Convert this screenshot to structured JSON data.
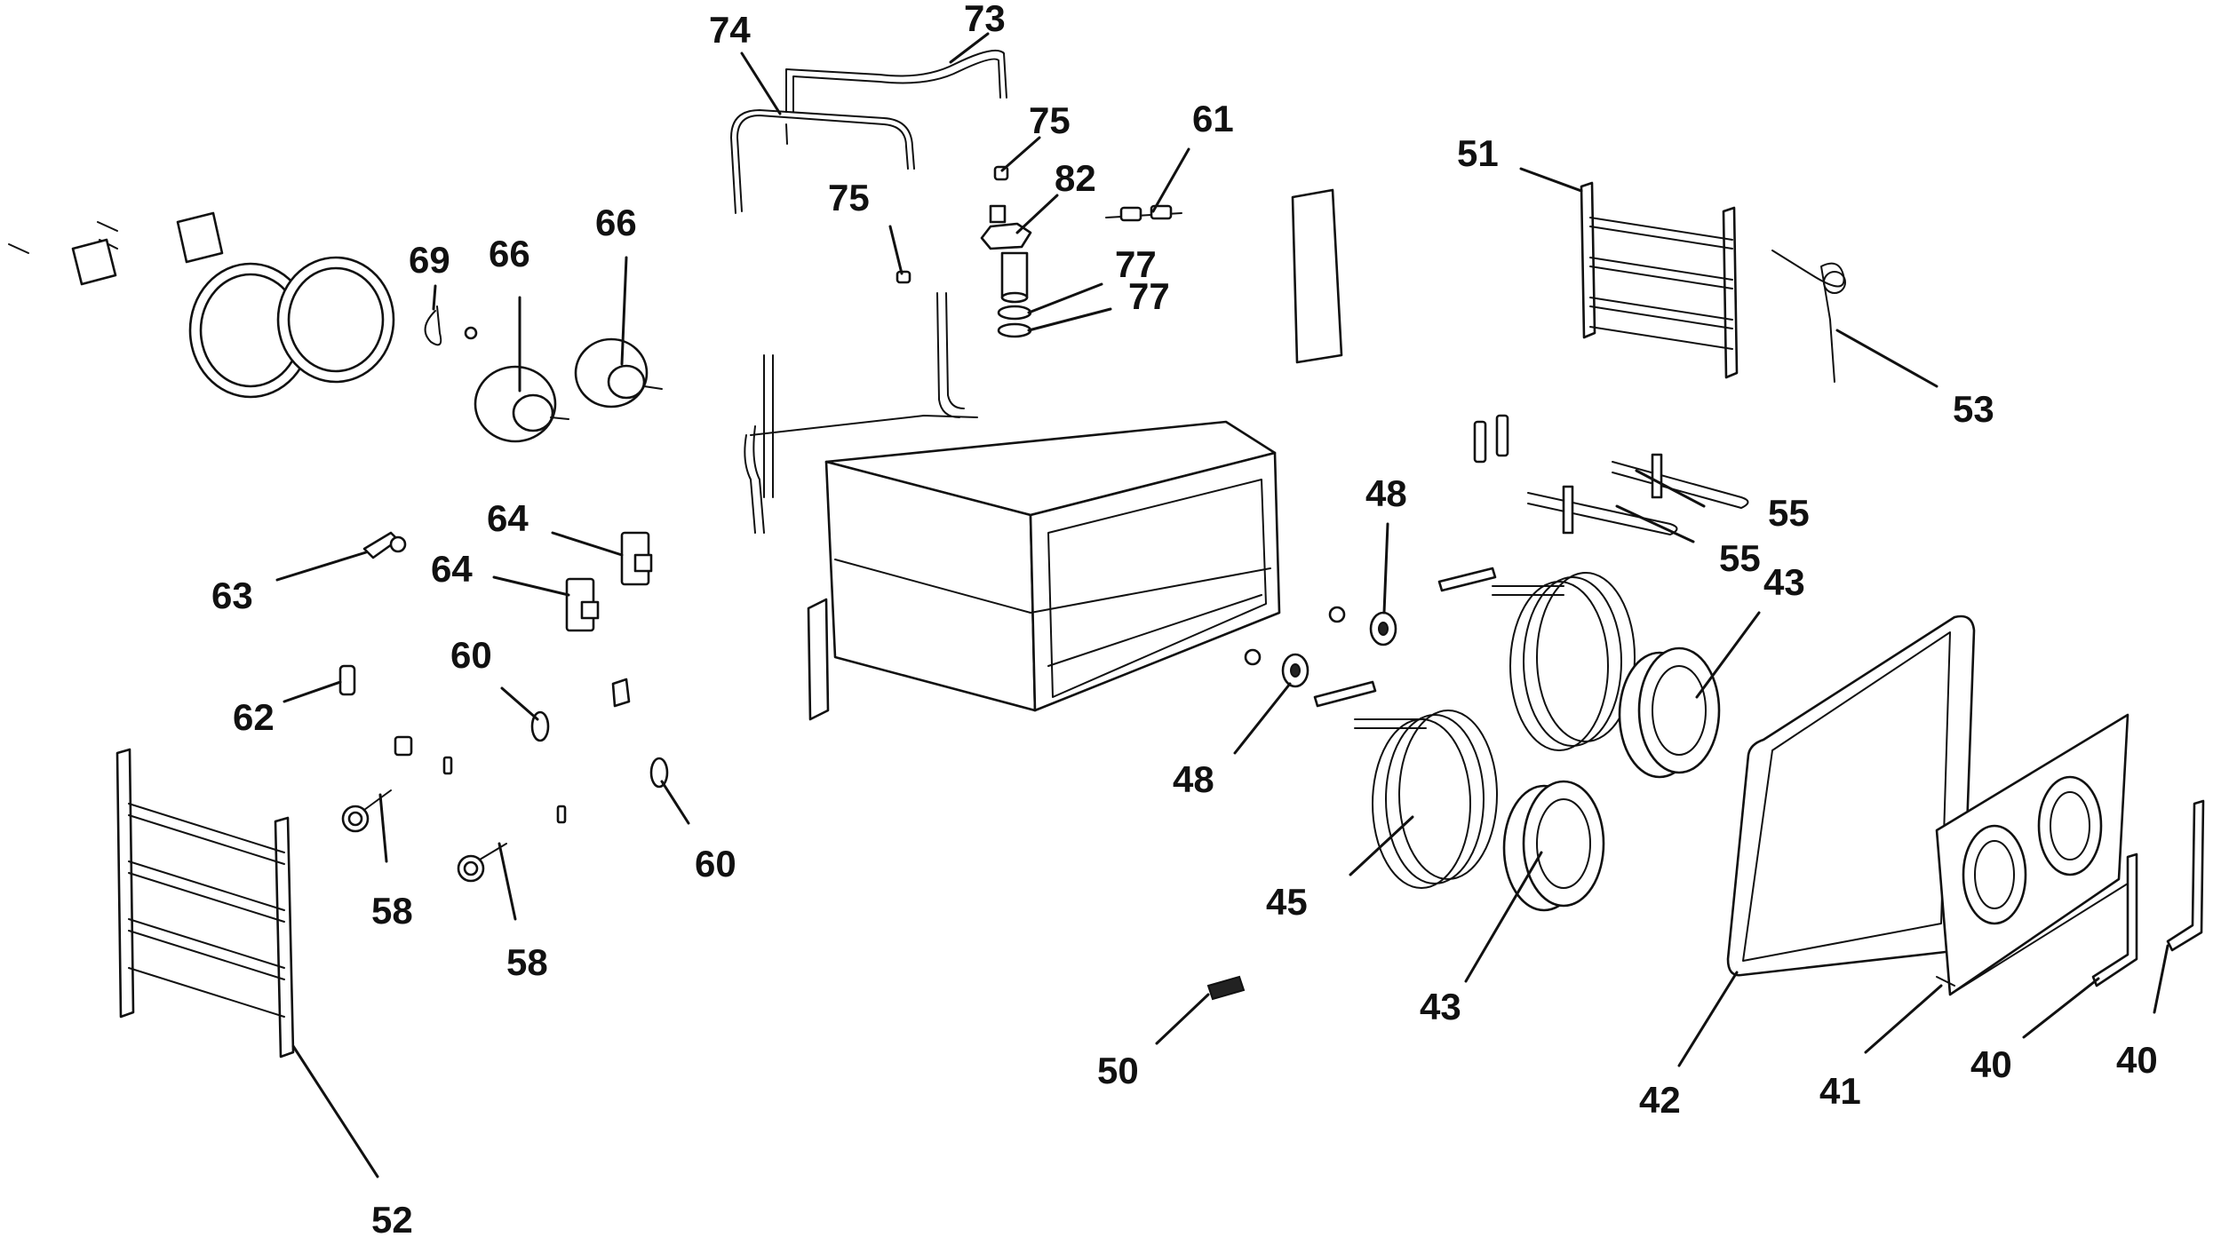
{
  "callouts": [
    "73",
    "74",
    "75",
    "75",
    "82",
    "61",
    "77",
    "77",
    "51",
    "53",
    "69",
    "66",
    "66",
    "64",
    "64",
    "63",
    "62",
    "60",
    "60",
    "48",
    "48",
    "55",
    "55",
    "43",
    "43",
    "45",
    "50",
    "42",
    "41",
    "40",
    "40",
    "52",
    "58",
    "58"
  ]
}
